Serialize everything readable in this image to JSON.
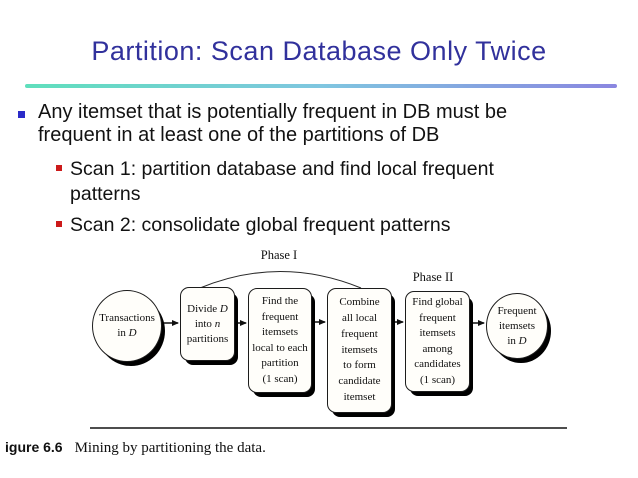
{
  "title": "Partition: Scan Database Only Twice",
  "bullets": {
    "level1_lines": [
      "Any itemset that is potentially frequent in DB must be",
      "frequent in at least one of the partitions of DB"
    ],
    "sub1_lines": [
      "Scan 1: partition database and find local frequent",
      "patterns"
    ],
    "sub2_lines": [
      "Scan 2: consolidate global frequent patterns"
    ]
  },
  "figure": {
    "phase1_label": "Phase I",
    "phase2_label": "Phase II",
    "nodes": {
      "start": [
        "Transactions",
        "in *D*"
      ],
      "divide": [
        "Divide *D*",
        "into *n*",
        "partitions"
      ],
      "find_local": [
        "Find the",
        "frequent",
        "itemsets",
        "local to each",
        "partition",
        "(1 scan)"
      ],
      "combine": [
        "Combine",
        "all local",
        "frequent",
        "itemsets",
        "to form",
        "candidate",
        "itemset"
      ],
      "find_global": [
        "Find global",
        "frequent",
        "itemsets",
        "among",
        "candidates",
        "(1 scan)"
      ],
      "end": [
        "Frequent",
        "itemsets",
        "in *D*"
      ]
    },
    "caption_label": "igure 6.6",
    "caption_text": "Mining by partitioning the data."
  },
  "colors": {
    "title_text": "#31319c",
    "level1_bullet": "#2b2bc8",
    "level2_bullet": "#cc1a1a",
    "gradient_rule_left": "#5fdfbc",
    "gradient_rule_right": "#8a86e0",
    "body_text": "#121212"
  }
}
